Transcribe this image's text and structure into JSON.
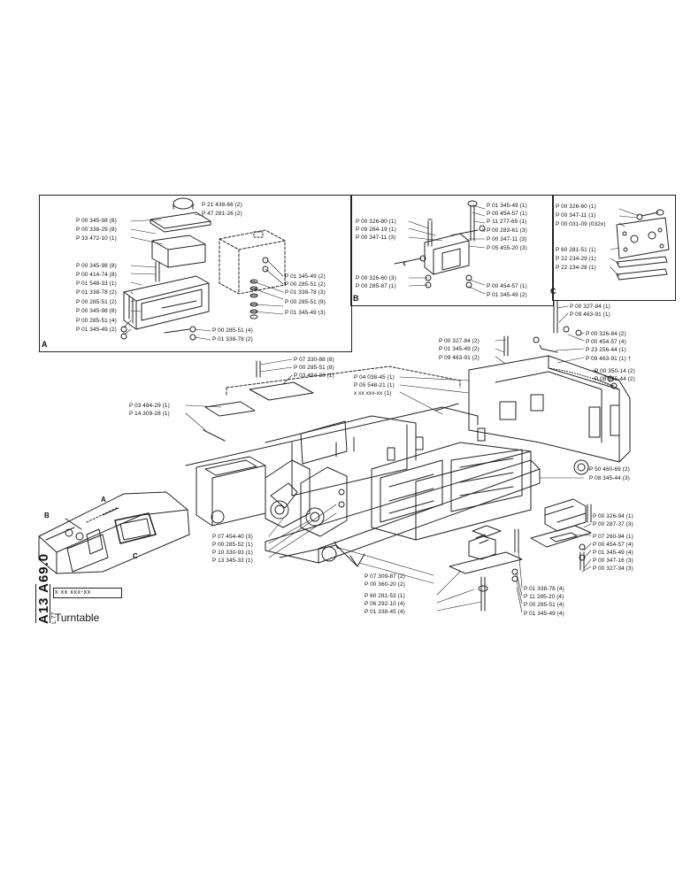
{
  "title_block": {
    "ref_code": "A13 A69.0",
    "ref_small": "L 77",
    "serial": "x xx xxx-xx",
    "title": "Turntable"
  },
  "insets": {
    "a": "A",
    "b": "B",
    "c": "C"
  },
  "overview": {
    "a": "A",
    "b": "B",
    "c": "C"
  },
  "callouts": {
    "inset_a": [
      "P 21 438-66 (2)",
      "P 47 281-26 (2)",
      "P 00 345-98 (8)",
      "P 00 338-29 (8)",
      "P 33 472-10 (1)",
      "P 00 345-98 (8)",
      "P 00 414-74 (8)",
      "P 01 548-33 (1)",
      "P 01 338-78 (2)",
      "P 00 285-51 (2)",
      "P 00 345-98 (8)",
      "P 00 285-51 (4)",
      "P 01 345-49 (2)",
      "P 01 345-49 (2)",
      "P 00 285-51 (2)",
      "P 01 338-78 (3)",
      "P 00 285-51 (9)",
      "P 01 345-49 (3)",
      "P 00 285-51 (4)",
      "P 01 338-78 (2)"
    ],
    "inset_b": [
      "P 00 326-80 (1)",
      "P 09 264-19 (1)",
      "P 00 347-11 (3)",
      "P 01 345-49 (1)",
      "P 00 454-57 (1)",
      "P 11 277-69 (1)",
      "P 00 283-61 (3)",
      "P 00 347-11 (3)",
      "P 05 455-20 (3)",
      "P 00 326-60 (3)",
      "P 00 285-87 (1)",
      "P 00 454-57 (1)",
      "P 01 345-49 (2)"
    ],
    "inset_c": [
      "P 00 326-60 (1)",
      "P 00 347-11 (1)",
      "P 00 031-09 (032x)",
      "P 60 281-51 (1)",
      "P 22 234-29 (1)",
      "P 22 234-28 (1)"
    ],
    "main": [
      "P 07 330-88 (8)",
      "P 00 285-51 (8)",
      "P 03 484-30 (1)",
      "P 03 484-29 (1)",
      "P 14 309-28 (1)",
      "P 04 038-45 (1)",
      "P 05 548-21 (1)",
      "x xx xxx-xx (1)",
      "P 00 327-84 (1)",
      "P 09 463-91 (1)",
      "P 00 327-84 (2)",
      "P 01 345-49 (2)",
      "P 09 463-91 (2)",
      "P 00 326-84 (2)",
      "P 00 454-57 (4)",
      "P 23 256-44 (1)",
      "P 09 463-91 (1) †",
      "P 00 350-14 (2)",
      "P 08 345-44 (2)",
      "P 50 460-69 (2)",
      "P 08 345-44 (3)",
      "P 07 454-40 (3)",
      "P 00 285-52 (1)",
      "P 10 330-93 (1)",
      "P 13 345-33 (1)",
      "P 00 326-94 (1)",
      "P 00 287-37 (3)",
      "P 07 260-94 (1)",
      "P 00 454-57 (4)",
      "P 01 345-49 (4)",
      "P 00 347-16 (3)",
      "P 00 327-34 (3)",
      "P 07 309-87 (2)",
      "P 00 360-20 (2)",
      "P 60 281-53 (1)",
      "P 06 292-10 (4)",
      "P 01 338-45 (4)",
      "P 01 338-78 (4)",
      "P 11 285-20 (4)",
      "P 00 285-51 (4)",
      "P 01 345-49 (4)"
    ]
  }
}
